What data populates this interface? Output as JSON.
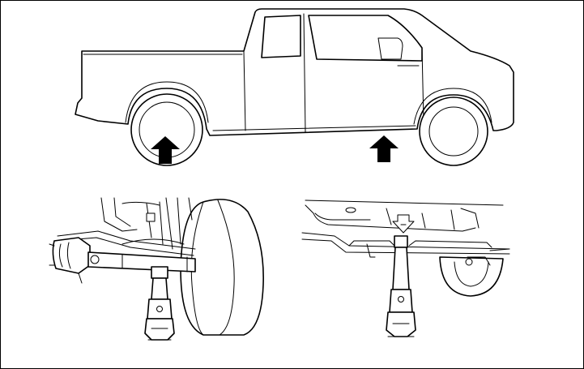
{
  "figure": {
    "colors": {
      "line": "#000000",
      "background": "#ffffff"
    },
    "icons": [
      "truck-side-view",
      "lift-point-arrow",
      "rear-axle-jack",
      "side-sill-jack",
      "jack-point-mark"
    ]
  }
}
